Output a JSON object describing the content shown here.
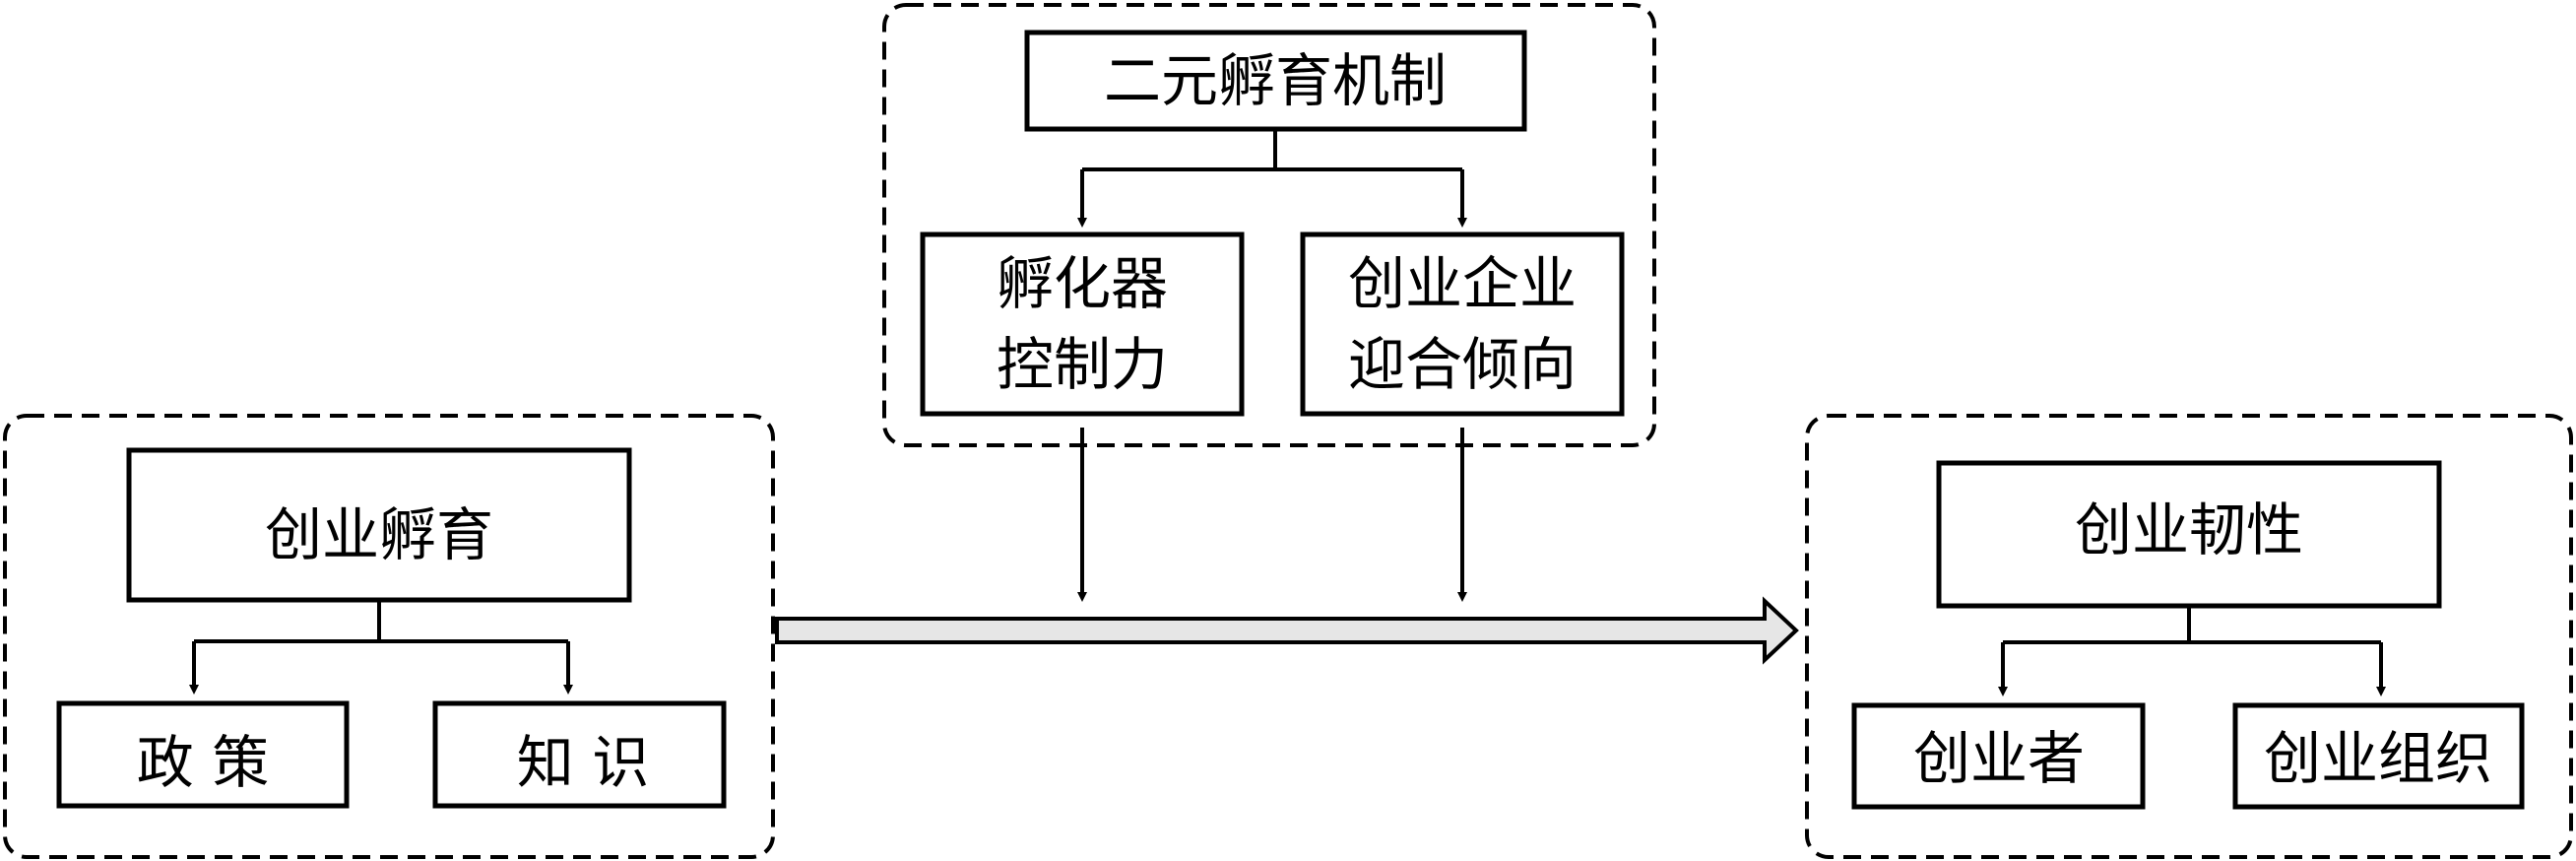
{
  "groups": {
    "dual_mechanism": {
      "title": "二元孵育机制",
      "incubator_control": [
        "孵化器",
        "控制力"
      ],
      "venture_compliance": [
        "创业企业",
        "迎合倾向"
      ]
    },
    "incubation": {
      "title": "创业孵育",
      "policy": "政 策",
      "knowledge": "知 识"
    },
    "resilience": {
      "title": "创业韧性",
      "entrepreneur": "创业者",
      "organization": "创业组织"
    }
  },
  "colors": {
    "stroke": "#000000",
    "background": "#ffffff",
    "main_arrow_fill": "#e6e6e6"
  }
}
